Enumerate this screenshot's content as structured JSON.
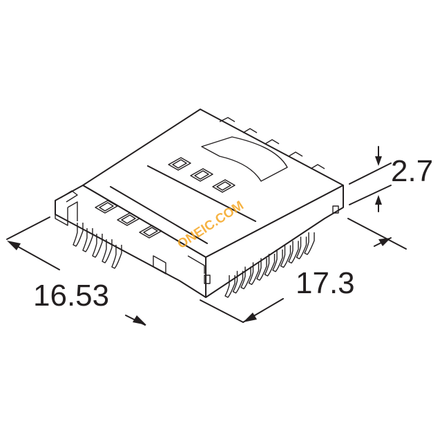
{
  "dimensions": {
    "width_label": "16.53",
    "length_label": "17.3",
    "height_label": "2.7"
  },
  "watermark": {
    "text": "ONEIC.COM",
    "color": "#f5a623"
  },
  "colors": {
    "line": "#231f20",
    "background": "#ffffff"
  }
}
